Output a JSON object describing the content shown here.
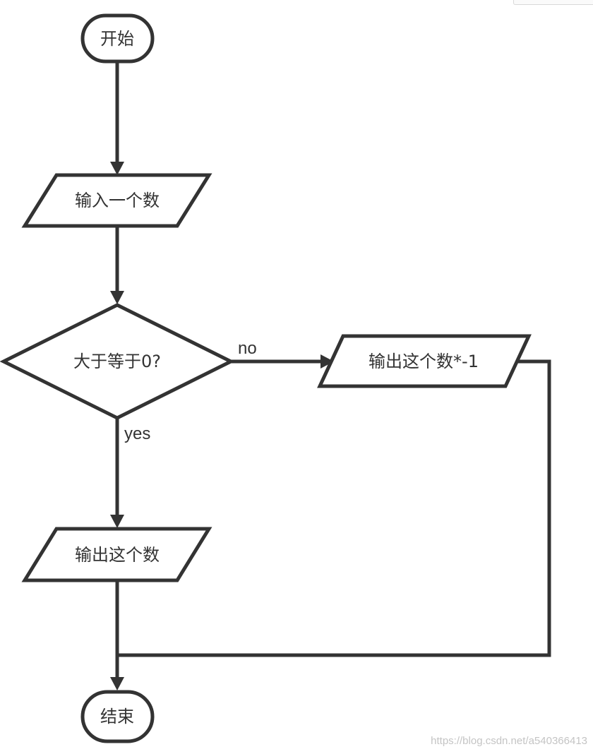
{
  "nodes": {
    "start": "开始",
    "input": "输入一个数",
    "decision": "大于等于0?",
    "output_negated": "输出这个数*-1",
    "output": "输出这个数",
    "end": "结束"
  },
  "edges": {
    "no_label": "no",
    "yes_label": "yes"
  },
  "watermark": "https://blog.csdn.net/a540366413",
  "colors": {
    "stroke": "#333333",
    "background": "#ffffff"
  }
}
